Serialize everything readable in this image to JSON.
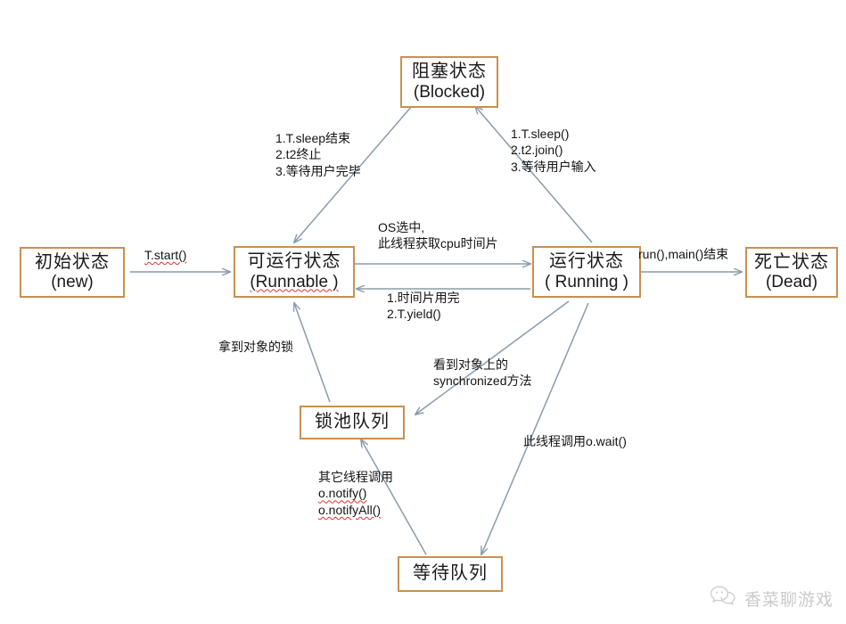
{
  "diagram": {
    "title": "Java Thread State Transition Diagram",
    "colors": {
      "node_border": "#c8914f",
      "node_fill": "#ffffff",
      "arrow": "#8a9bab",
      "text": "#141414",
      "spellcheck_underline": "#e03131",
      "watermark": "#cacaca"
    },
    "nodes": [
      {
        "id": "blocked",
        "line1": "阻塞状态",
        "line2": "(Blocked)"
      },
      {
        "id": "new",
        "line1": "初始状态",
        "line2": "(new)"
      },
      {
        "id": "runnable",
        "line1": "可运行状态",
        "line2": "(Runnable )"
      },
      {
        "id": "running",
        "line1": "运行状态",
        "line2": "( Running )"
      },
      {
        "id": "dead",
        "line1": "死亡状态",
        "line2": "(Dead)"
      },
      {
        "id": "lockpool",
        "line1": "锁池队列",
        "line2": ""
      },
      {
        "id": "waitqueue",
        "line1": "等待队列",
        "line2": ""
      }
    ],
    "labels": {
      "start": "T.start()",
      "blocked_to_runnable": [
        "1.T.sleep结束",
        "2.t2终止",
        "3.等待用户完毕"
      ],
      "running_to_blocked": [
        "1.T.sleep()",
        "2.t2.join()",
        "3.等待用户输入"
      ],
      "runnable_to_running": [
        "OS选中,",
        "此线程获取cpu时间片"
      ],
      "running_to_runnable": [
        "1.时间片用完",
        "2.T.yield()"
      ],
      "running_to_dead": "run(),main()结束",
      "lockpool_to_runnable": "拿到对象的锁",
      "running_to_lockpool": [
        "看到对象上的",
        "synchronized方法"
      ],
      "running_to_waitqueue": "此线程调用o.wait()",
      "waitqueue_to_lockpool": [
        "其它线程调用",
        "o.notify()",
        "o.notifyAll()"
      ]
    },
    "watermark": {
      "icon": "wechat-chat-icon",
      "text": "香菜聊游戏"
    }
  }
}
